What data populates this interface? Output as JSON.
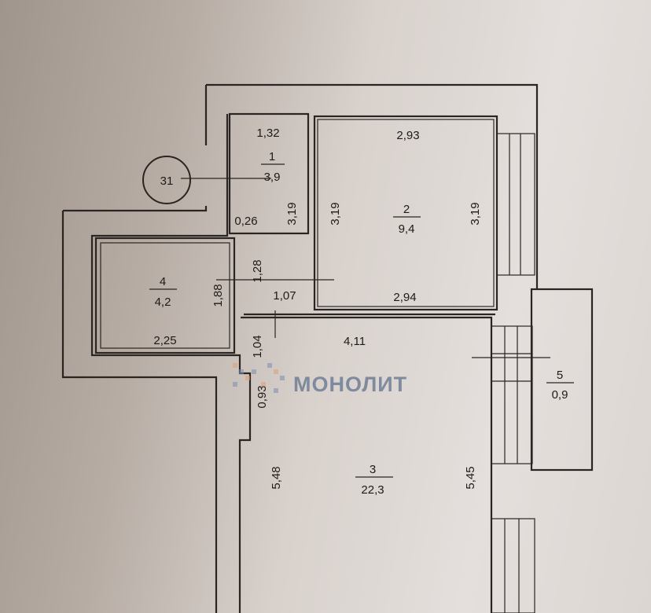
{
  "plan": {
    "apartment_number": "31",
    "rooms": [
      {
        "number": "1",
        "area": "3,9"
      },
      {
        "number": "2",
        "area": "9,4"
      },
      {
        "number": "3",
        "area": "22,3"
      },
      {
        "number": "4",
        "area": "4,2"
      },
      {
        "number": "5",
        "area": "0,9"
      }
    ],
    "dimensions": {
      "r1_width": "1,32",
      "r1_height": "3,19",
      "r1_gap": "0,26",
      "r2_top": "2,93",
      "r2_bottom": "2,94",
      "r2_left": "3,19",
      "r2_right": "3,19",
      "corridor_1_28": "1,28",
      "corridor_1_07": "1,07",
      "r4_height": "1,88",
      "r4_width": "2,25",
      "r3_top": "4,11",
      "r3_left": "5,48",
      "r3_right": "5,45",
      "r3_door_1_04": "1,04",
      "r3_niche": "0,93"
    },
    "watermark": "МОНОЛИТ"
  }
}
